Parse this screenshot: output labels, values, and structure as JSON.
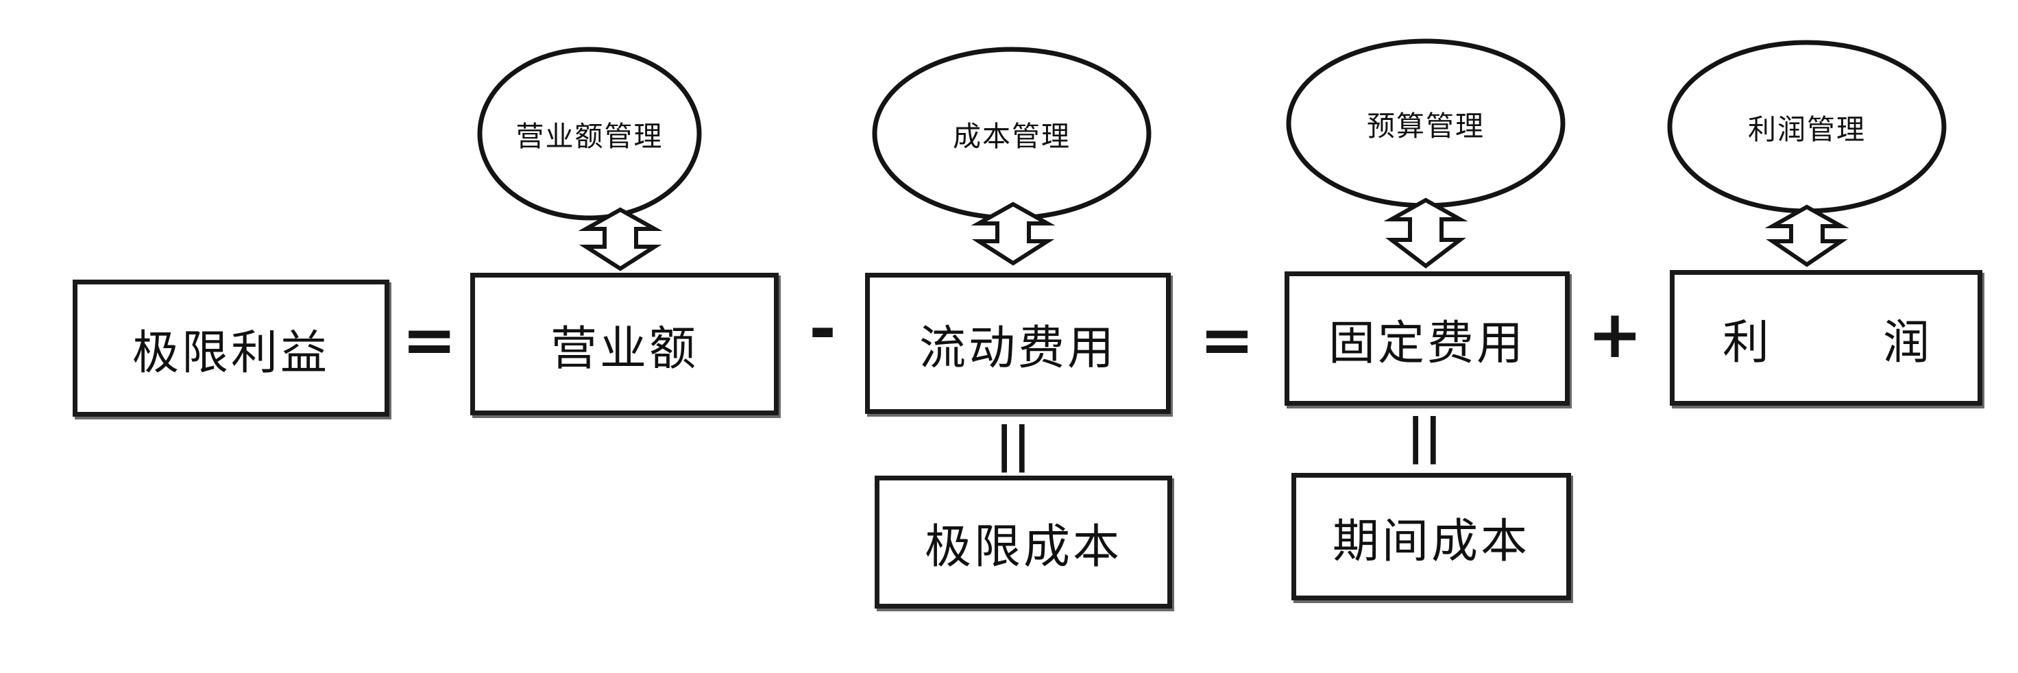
{
  "boxes": {
    "limit_profit": "极限利益",
    "revenue": "营业额",
    "variable_expense": "流动费用",
    "fixed_expense": "固定费用",
    "profit_left": "利",
    "profit_right": "润",
    "limit_cost": "极限成本",
    "period_cost": "期间成本"
  },
  "bubbles": {
    "revenue_management": "营业额管理",
    "cost_management": "成本管理",
    "budget_management": "预算管理",
    "profit_management": "利润管理"
  },
  "operators": {
    "equals": "=",
    "minus": "-",
    "plus": "+",
    "vertical_equals": "||"
  }
}
